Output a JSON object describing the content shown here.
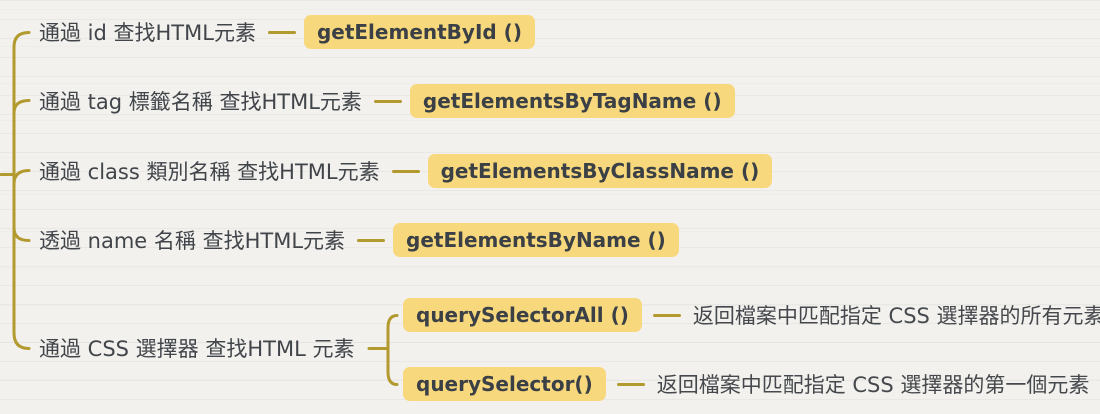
{
  "palette": {
    "branch_line": "#b39a2f",
    "highlight_chip": "#f8d87c",
    "label_text": "#41454a",
    "chip_text": "#3a4046",
    "background": "#f2f1ee"
  },
  "tree": {
    "branches": [
      {
        "label": "通過 id 查找HTML元素",
        "method": "getElementById ()"
      },
      {
        "label": "通過 tag 標籤名稱 查找HTML元素",
        "method": "getElementsByTagName ()"
      },
      {
        "label": "通過 class 類別名稱 查找HTML元素",
        "method": "getElementsByClassName ()"
      },
      {
        "label": "透過 name 名稱 查找HTML元素",
        "method": "getElementsByName ()"
      },
      {
        "label": "通過 CSS 選擇器 查找HTML 元素",
        "children": [
          {
            "method": "querySelectorAll ()",
            "description": "返回檔案中匹配指定 CSS 選擇器的所有元素"
          },
          {
            "method": "querySelector()",
            "description": "返回檔案中匹配指定 CSS 選擇器的第一個元素"
          }
        ]
      }
    ]
  }
}
